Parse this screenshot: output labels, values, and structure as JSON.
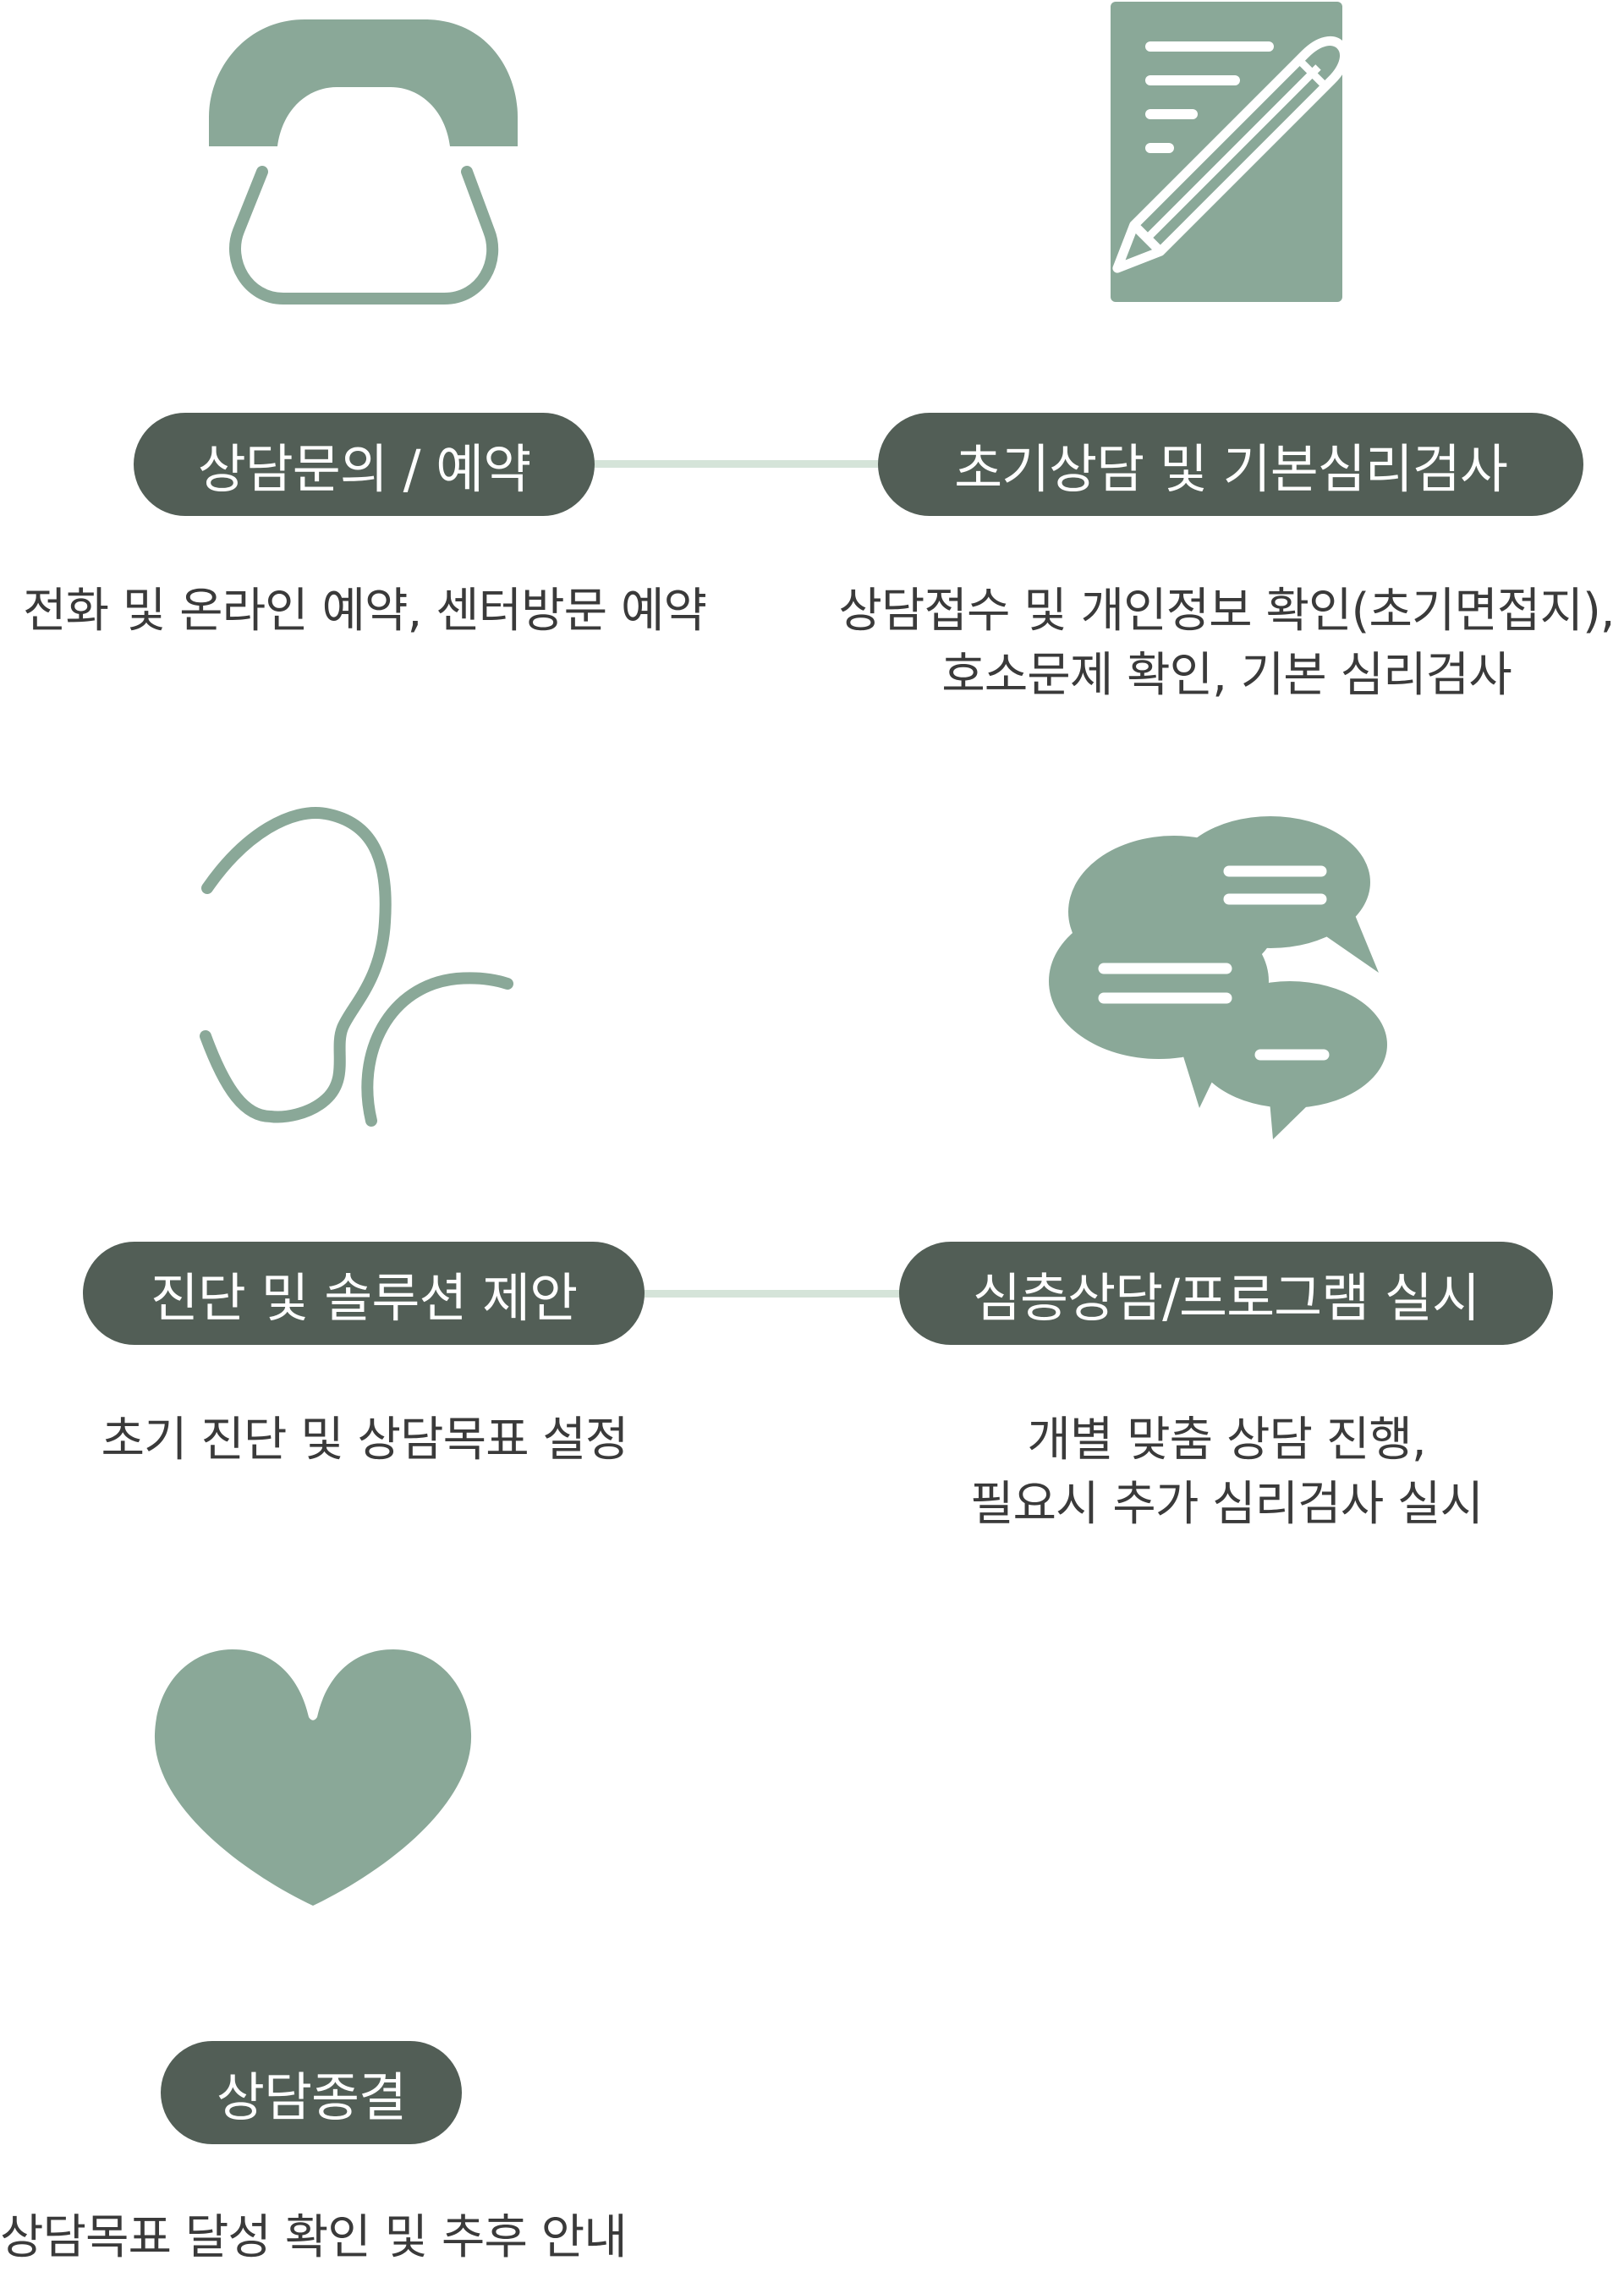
{
  "colors": {
    "icon": "#8aa898",
    "pill_bg": "#525e56",
    "pill_text": "#ffffff",
    "connector": "#d5e4d9",
    "desc_text": "#3a3a3a",
    "background": "#ffffff"
  },
  "steps": [
    {
      "icon": "phone-icon",
      "title": "상담문의 / 예약",
      "desc_lines": [
        "전화 및 온라인 예약, 센터방문 예약"
      ]
    },
    {
      "icon": "document-pencil-icon",
      "title": "초기상담 및 기본심리검사",
      "desc_lines": [
        "상담접수 및 개인정보 확인(초기면접지),",
        "호소문제 확인, 기본 심리검사"
      ]
    },
    {
      "icon": "stethoscope-icon",
      "title": "진단 및 솔루션 제안",
      "desc_lines": [
        "초기 진단 및 상담목표 설정"
      ]
    },
    {
      "icon": "speech-bubbles-icon",
      "title": "심층상담/프로그램 실시",
      "desc_lines": [
        "개별 맞춤 상담 진행,",
        "필요시 추가 심리검사 실시"
      ]
    },
    {
      "icon": "heart-icon",
      "title": "상담종결",
      "desc_lines": [
        "상담목표 달성 확인 및 추후 안내"
      ]
    }
  ]
}
